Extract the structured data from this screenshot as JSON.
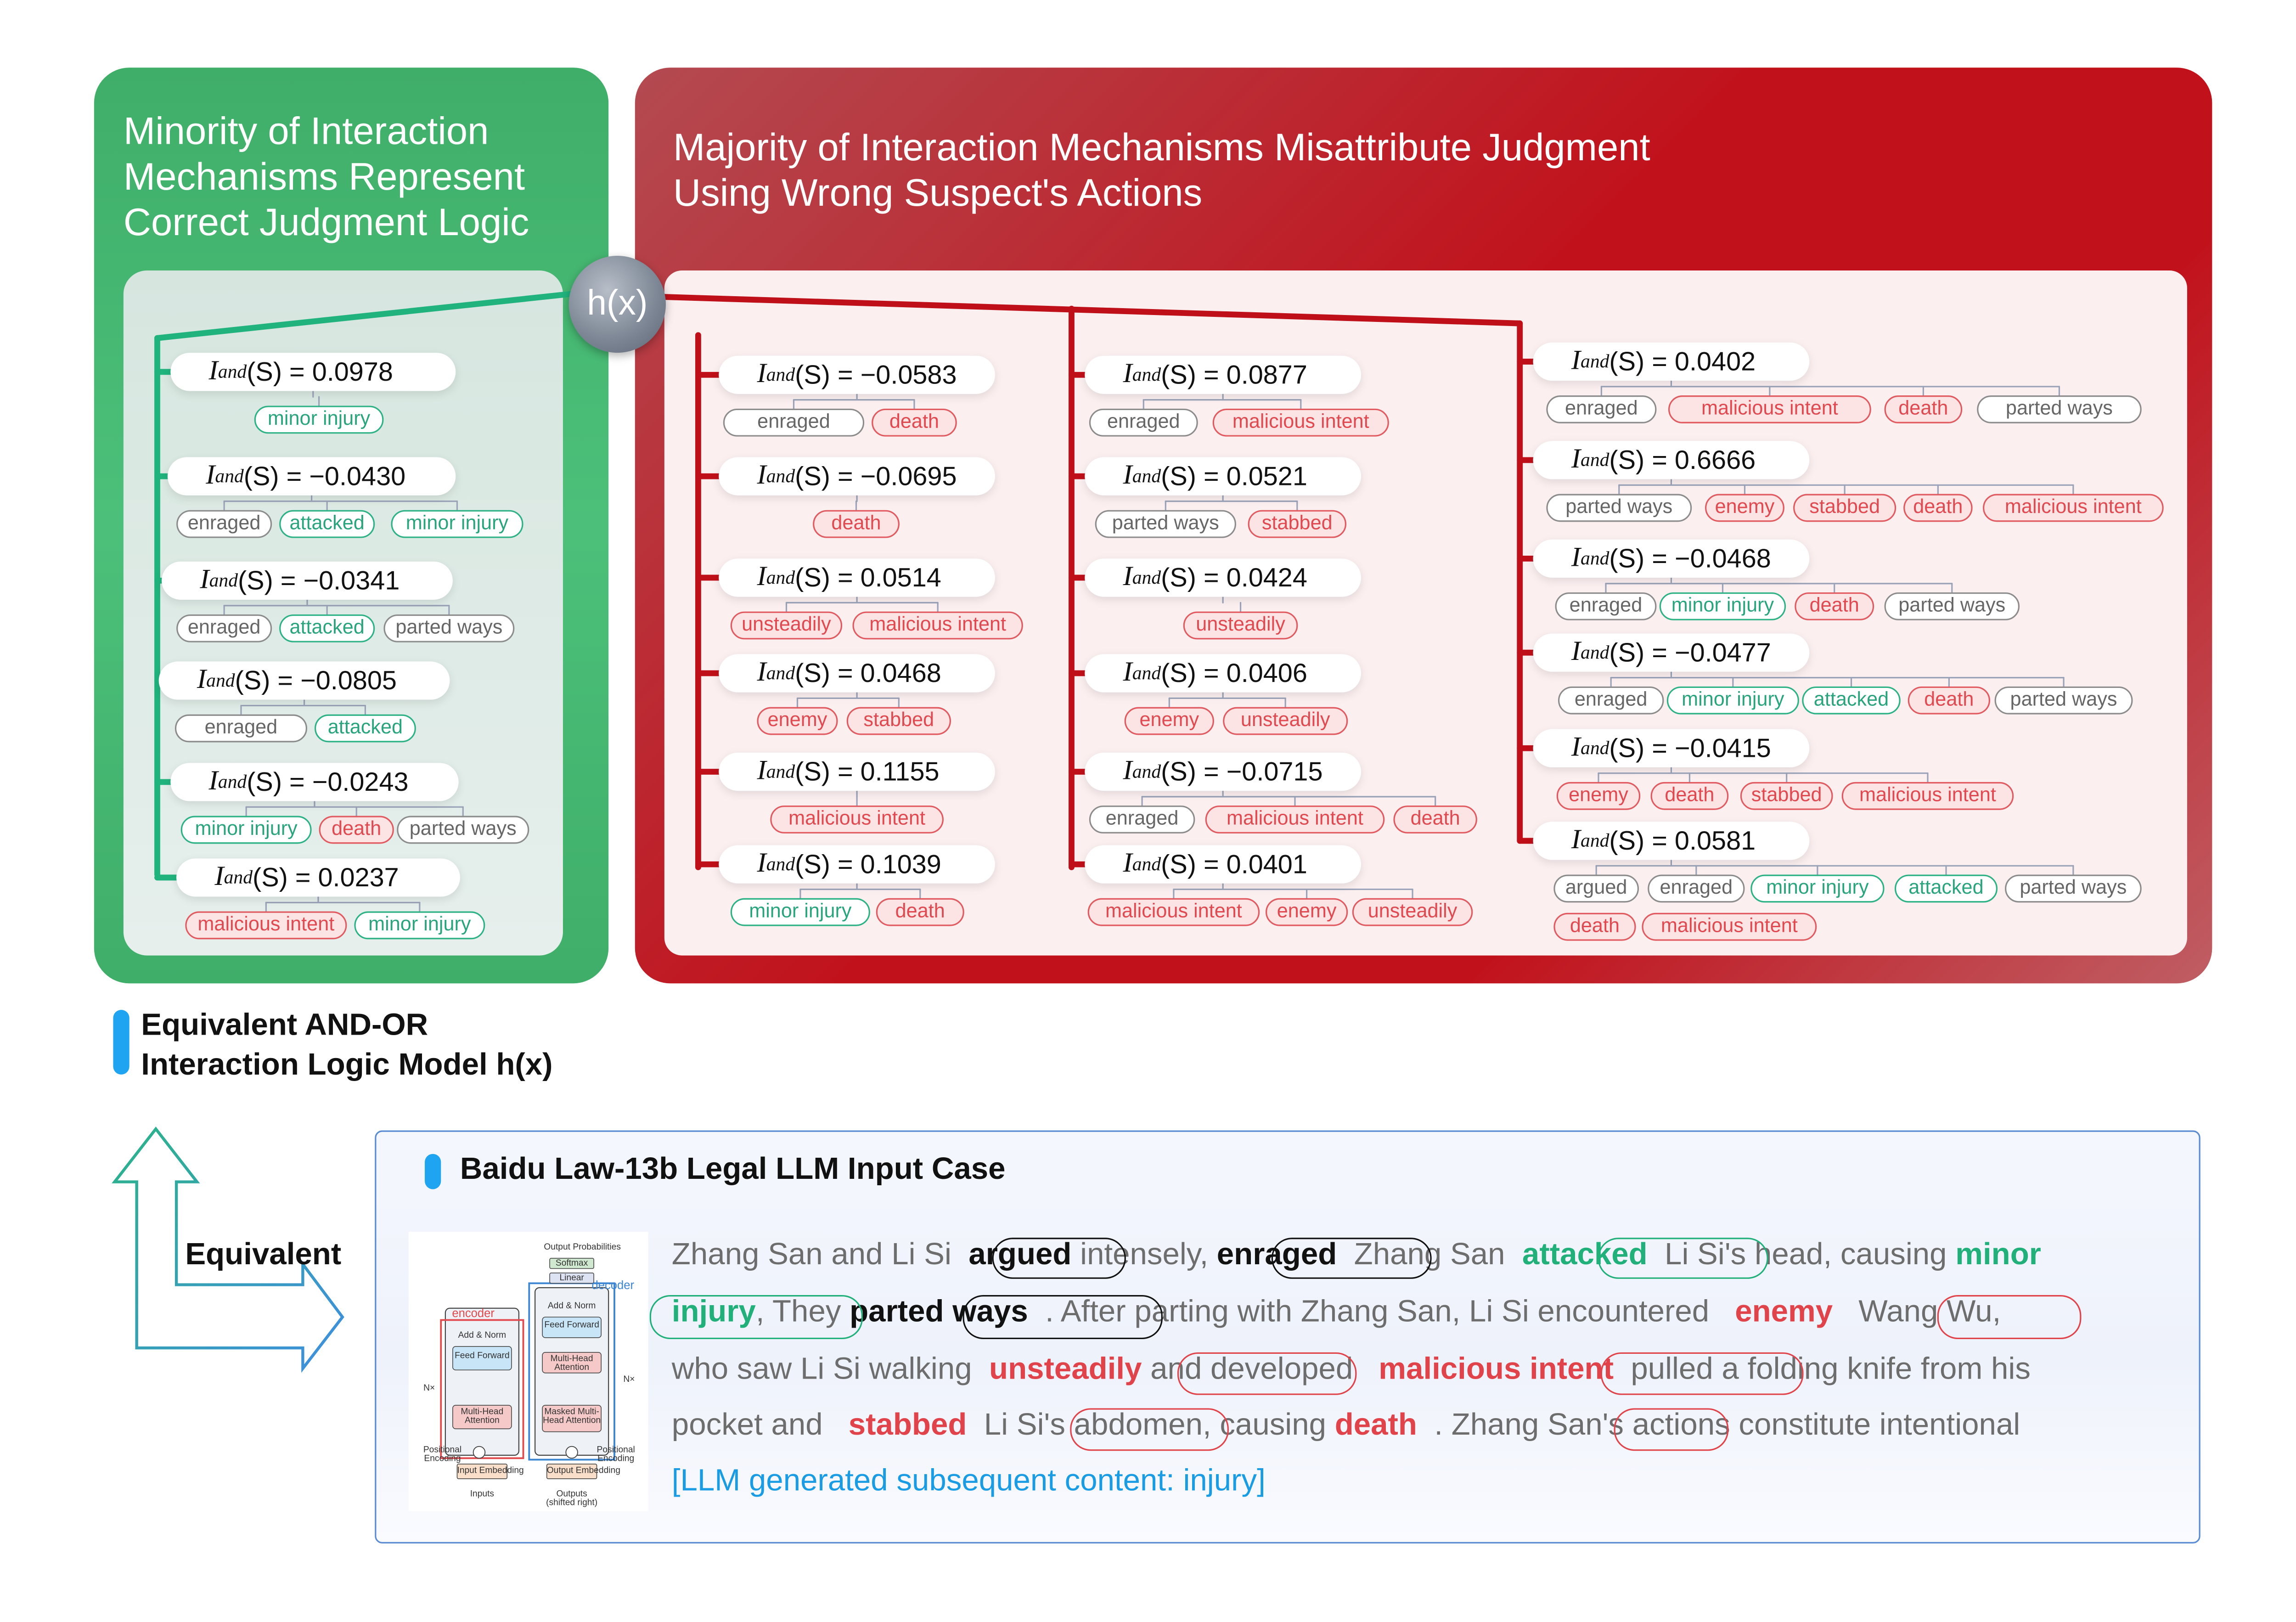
{
  "left_panel": {
    "title": "Minority of Interaction Mechanisms Represent Correct Judgment Logic"
  },
  "right_panel": {
    "title": "Majority of Interaction Mechanisms Misattribute Judgment Using Wrong Suspect's Actions"
  },
  "hub": {
    "label": "h(x)"
  },
  "node_prefix": {
    "symbol": "I",
    "subscript": "and",
    "arg": "(S) = "
  },
  "left_nodes": [
    {
      "value": "0.0978",
      "words": [
        "minor injury"
      ]
    },
    {
      "value": "−0.0430",
      "words": [
        "enraged",
        "attacked",
        "minor injury"
      ]
    },
    {
      "value": "−0.0341",
      "words": [
        "enraged",
        "attacked",
        "parted ways"
      ]
    },
    {
      "value": "−0.0805",
      "words": [
        "enraged",
        "attacked"
      ]
    },
    {
      "value": "−0.0243",
      "words": [
        "minor injury",
        "death",
        "parted ways"
      ]
    },
    {
      "value": "0.0237",
      "words": [
        "malicious intent",
        "minor injury"
      ]
    }
  ],
  "right_col1": [
    {
      "value": "−0.0583",
      "words": [
        "enraged",
        "death"
      ]
    },
    {
      "value": "−0.0695",
      "words": [
        "death"
      ]
    },
    {
      "value": "0.0514",
      "words": [
        "unsteadily",
        "malicious intent"
      ]
    },
    {
      "value": "0.0468",
      "words": [
        "enemy",
        "stabbed"
      ]
    },
    {
      "value": "0.1155",
      "words": [
        "malicious intent"
      ]
    },
    {
      "value": "0.1039",
      "words": [
        "minor injury",
        "death"
      ]
    }
  ],
  "right_col2": [
    {
      "value": "0.0877",
      "words": [
        "enraged",
        "malicious intent"
      ]
    },
    {
      "value": "0.0521",
      "words": [
        "parted ways",
        "stabbed"
      ]
    },
    {
      "value": "0.0424",
      "words": [
        "unsteadily"
      ]
    },
    {
      "value": "0.0406",
      "words": [
        "enemy",
        "unsteadily"
      ]
    },
    {
      "value": "−0.0715",
      "words": [
        "enraged",
        "malicious intent",
        "death"
      ]
    },
    {
      "value": "0.0401",
      "words": [
        "malicious intent",
        "enemy",
        "unsteadily"
      ]
    }
  ],
  "right_col3": [
    {
      "value": "0.0402",
      "words": [
        "enraged",
        "malicious intent",
        "death",
        "parted ways"
      ]
    },
    {
      "value": "0.6666",
      "words": [
        "parted ways",
        "enemy",
        "stabbed",
        "death",
        "malicious intent"
      ]
    },
    {
      "value": "−0.0468",
      "words": [
        "enraged",
        "minor injury",
        "death",
        "parted ways"
      ]
    },
    {
      "value": "−0.0477",
      "words": [
        "enraged",
        "minor injury",
        "attacked",
        "death",
        "parted ways"
      ]
    },
    {
      "value": "−0.0415",
      "words": [
        "enemy",
        "death",
        "stabbed",
        "malicious intent"
      ]
    },
    {
      "value": "0.0581",
      "words": [
        "argued",
        "enraged",
        "minor injury",
        "attacked",
        "parted ways",
        "death",
        "malicious intent"
      ]
    }
  ],
  "legend": {
    "line1": "Equivalent AND-OR",
    "line2": "Interaction Logic Model h(x)"
  },
  "equivalent_label": "Equivalent",
  "case": {
    "title": "Baidu Law-13b Legal LLM Input Case",
    "generated": "[LLM generated subsequent content: injury]",
    "lines": [
      [
        [
          "Zhang San and Li Si  ",
          "n"
        ],
        [
          "argued",
          "k"
        ],
        [
          " intensely, ",
          "n"
        ],
        [
          "enraged",
          "k"
        ],
        [
          "  Zhang San  ",
          "n"
        ],
        [
          "attacked",
          "g"
        ],
        [
          "  Li Si's head, causing ",
          "n"
        ],
        [
          "minor",
          "g"
        ]
      ],
      [
        [
          "injury",
          "g"
        ],
        [
          ", They ",
          "n"
        ],
        [
          "parted",
          "k"
        ],
        [
          " ",
          "n"
        ],
        [
          "ways",
          "k"
        ],
        [
          "  . After parting with Zhang San, Li Si encountered   ",
          "n"
        ],
        [
          "enemy",
          "r"
        ],
        [
          "   Wang Wu,",
          "n"
        ]
      ],
      [
        [
          "who saw Li Si walking  ",
          "n"
        ],
        [
          "unsteadily",
          "r"
        ],
        [
          " and developed   ",
          "n"
        ],
        [
          "malicious intent",
          "r"
        ],
        [
          "  pulled a folding knife from his",
          "n"
        ]
      ],
      [
        [
          "pocket and   ",
          "n"
        ],
        [
          "stabbed",
          "r"
        ],
        [
          "  Li Si's abdomen, causing ",
          "n"
        ],
        [
          "death",
          "r"
        ],
        [
          "  . Zhang San's actions constitute intentional",
          "n"
        ]
      ]
    ]
  },
  "transformer": {
    "encoder": "encoder",
    "decoder": "decoder",
    "output_probs": "Output Probabilities",
    "softmax": "Softmax",
    "linear": "Linear",
    "add_norm": "Add & Norm",
    "feed_forward": "Feed Forward",
    "mha": "Multi-Head Attention",
    "masked_mha": "Masked Multi-Head Attention",
    "nx": "N×",
    "pos_enc": "Positional Encoding",
    "input_emb": "Input Embedding",
    "output_emb": "Output Embedding",
    "inputs": "Inputs",
    "outputs": "Outputs (shifted right)"
  },
  "colors": {
    "green": "#3fae69",
    "red": "#c1121c",
    "pill_green": "#2db285",
    "pill_red": "#e15a5f",
    "blue_accent": "#1ea4f0"
  }
}
